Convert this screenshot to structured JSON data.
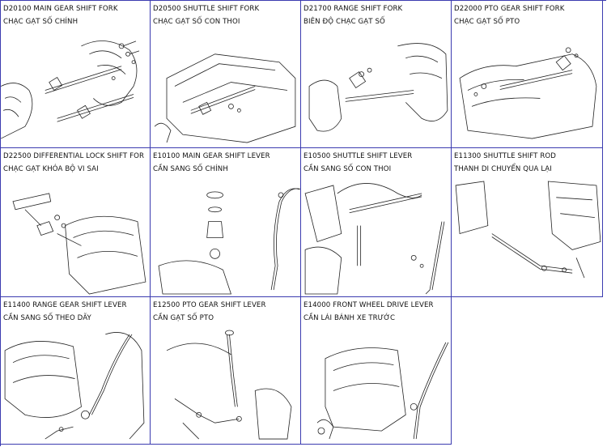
{
  "cells": [
    {
      "code": "D20100 MAIN GEAR SHIFT FORK",
      "name": "CHẠC GẠT SỐ CHÍNH"
    },
    {
      "code": "D20500 SHUTTLE SHIFT FORK",
      "name": "CHẠC GẠT SỐ CON THOI"
    },
    {
      "code": "D21700 RANGE SHIFT FORK",
      "name": "BIÊN ĐỘ CHẠC GẠT SỐ"
    },
    {
      "code": "D22000 PTO GEAR SHIFT FORK",
      "name": "CHẠC GẠT SỐ PTO"
    },
    {
      "code": "D22500 DIFFERENTIAL LOCK SHIFT FOR",
      "name": "CHẠC GẠT KHÓA BỘ VI SAI"
    },
    {
      "code": "E10100 MAIN GEAR SHIFT LEVER",
      "name": "CẦN SANG SỐ CHÍNH"
    },
    {
      "code": "E10500 SHUTTLE SHIFT LEVER",
      "name": "CẦN SANG SỐ CON THOI"
    },
    {
      "code": "E11300 SHUTTLE SHIFT ROD",
      "name": "THANH DI CHUYỂN QUA LẠI"
    },
    {
      "code": "E11400 RANGE GEAR SHIFT LEVER",
      "name": "CẦN SANG SỐ THEO DÃY"
    },
    {
      "code": "E12500 PTO GEAR SHIFT LEVER",
      "name": "CẦN GẠT SỐ PTO"
    },
    {
      "code": "E14000 FRONT WHEEL DRIVE LEVER",
      "name": "CẦN LÁI BÁNH XE TRƯỚC"
    }
  ]
}
